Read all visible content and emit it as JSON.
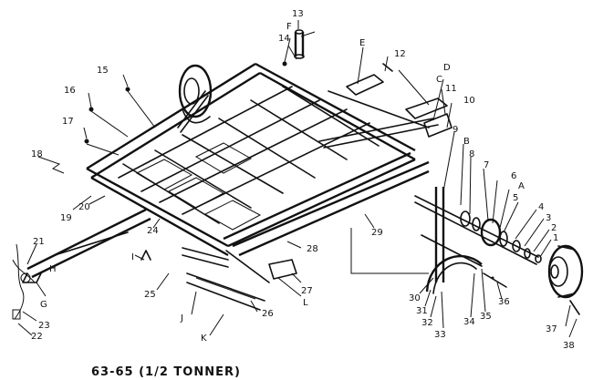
{
  "labels": {
    "n1": "1",
    "n2": "2",
    "n3": "3",
    "n4": "4",
    "n5": "5",
    "n6": "6",
    "n7": "7",
    "n8": "8",
    "n9": "9",
    "n10": "10",
    "n11": "11",
    "n12": "12",
    "n13": "13",
    "n14": "14",
    "n15": "15",
    "n16": "16",
    "n17": "17",
    "n18": "18",
    "n19": "19",
    "n20": "20",
    "n21": "21",
    "n22": "22",
    "n23": "23",
    "n24": "24",
    "n25": "25",
    "n26": "26",
    "n27": "27",
    "n28": "28",
    "n29": "29",
    "n30": "30",
    "n31": "31",
    "n32": "32",
    "n33": "33",
    "n34": "34",
    "n35": "35",
    "n36": "36",
    "n37": "37",
    "n38": "38",
    "A": "A",
    "B": "B",
    "C": "C",
    "D": "D",
    "E": "E",
    "F": "F",
    "G": "G",
    "H": "H",
    "I": "I",
    "J": "J",
    "K": "K",
    "L": "L"
  },
  "footer_text": "63-65 (1/2 TONNER)",
  "colors": {
    "ink": "#111111",
    "paper": "#ffffff"
  }
}
